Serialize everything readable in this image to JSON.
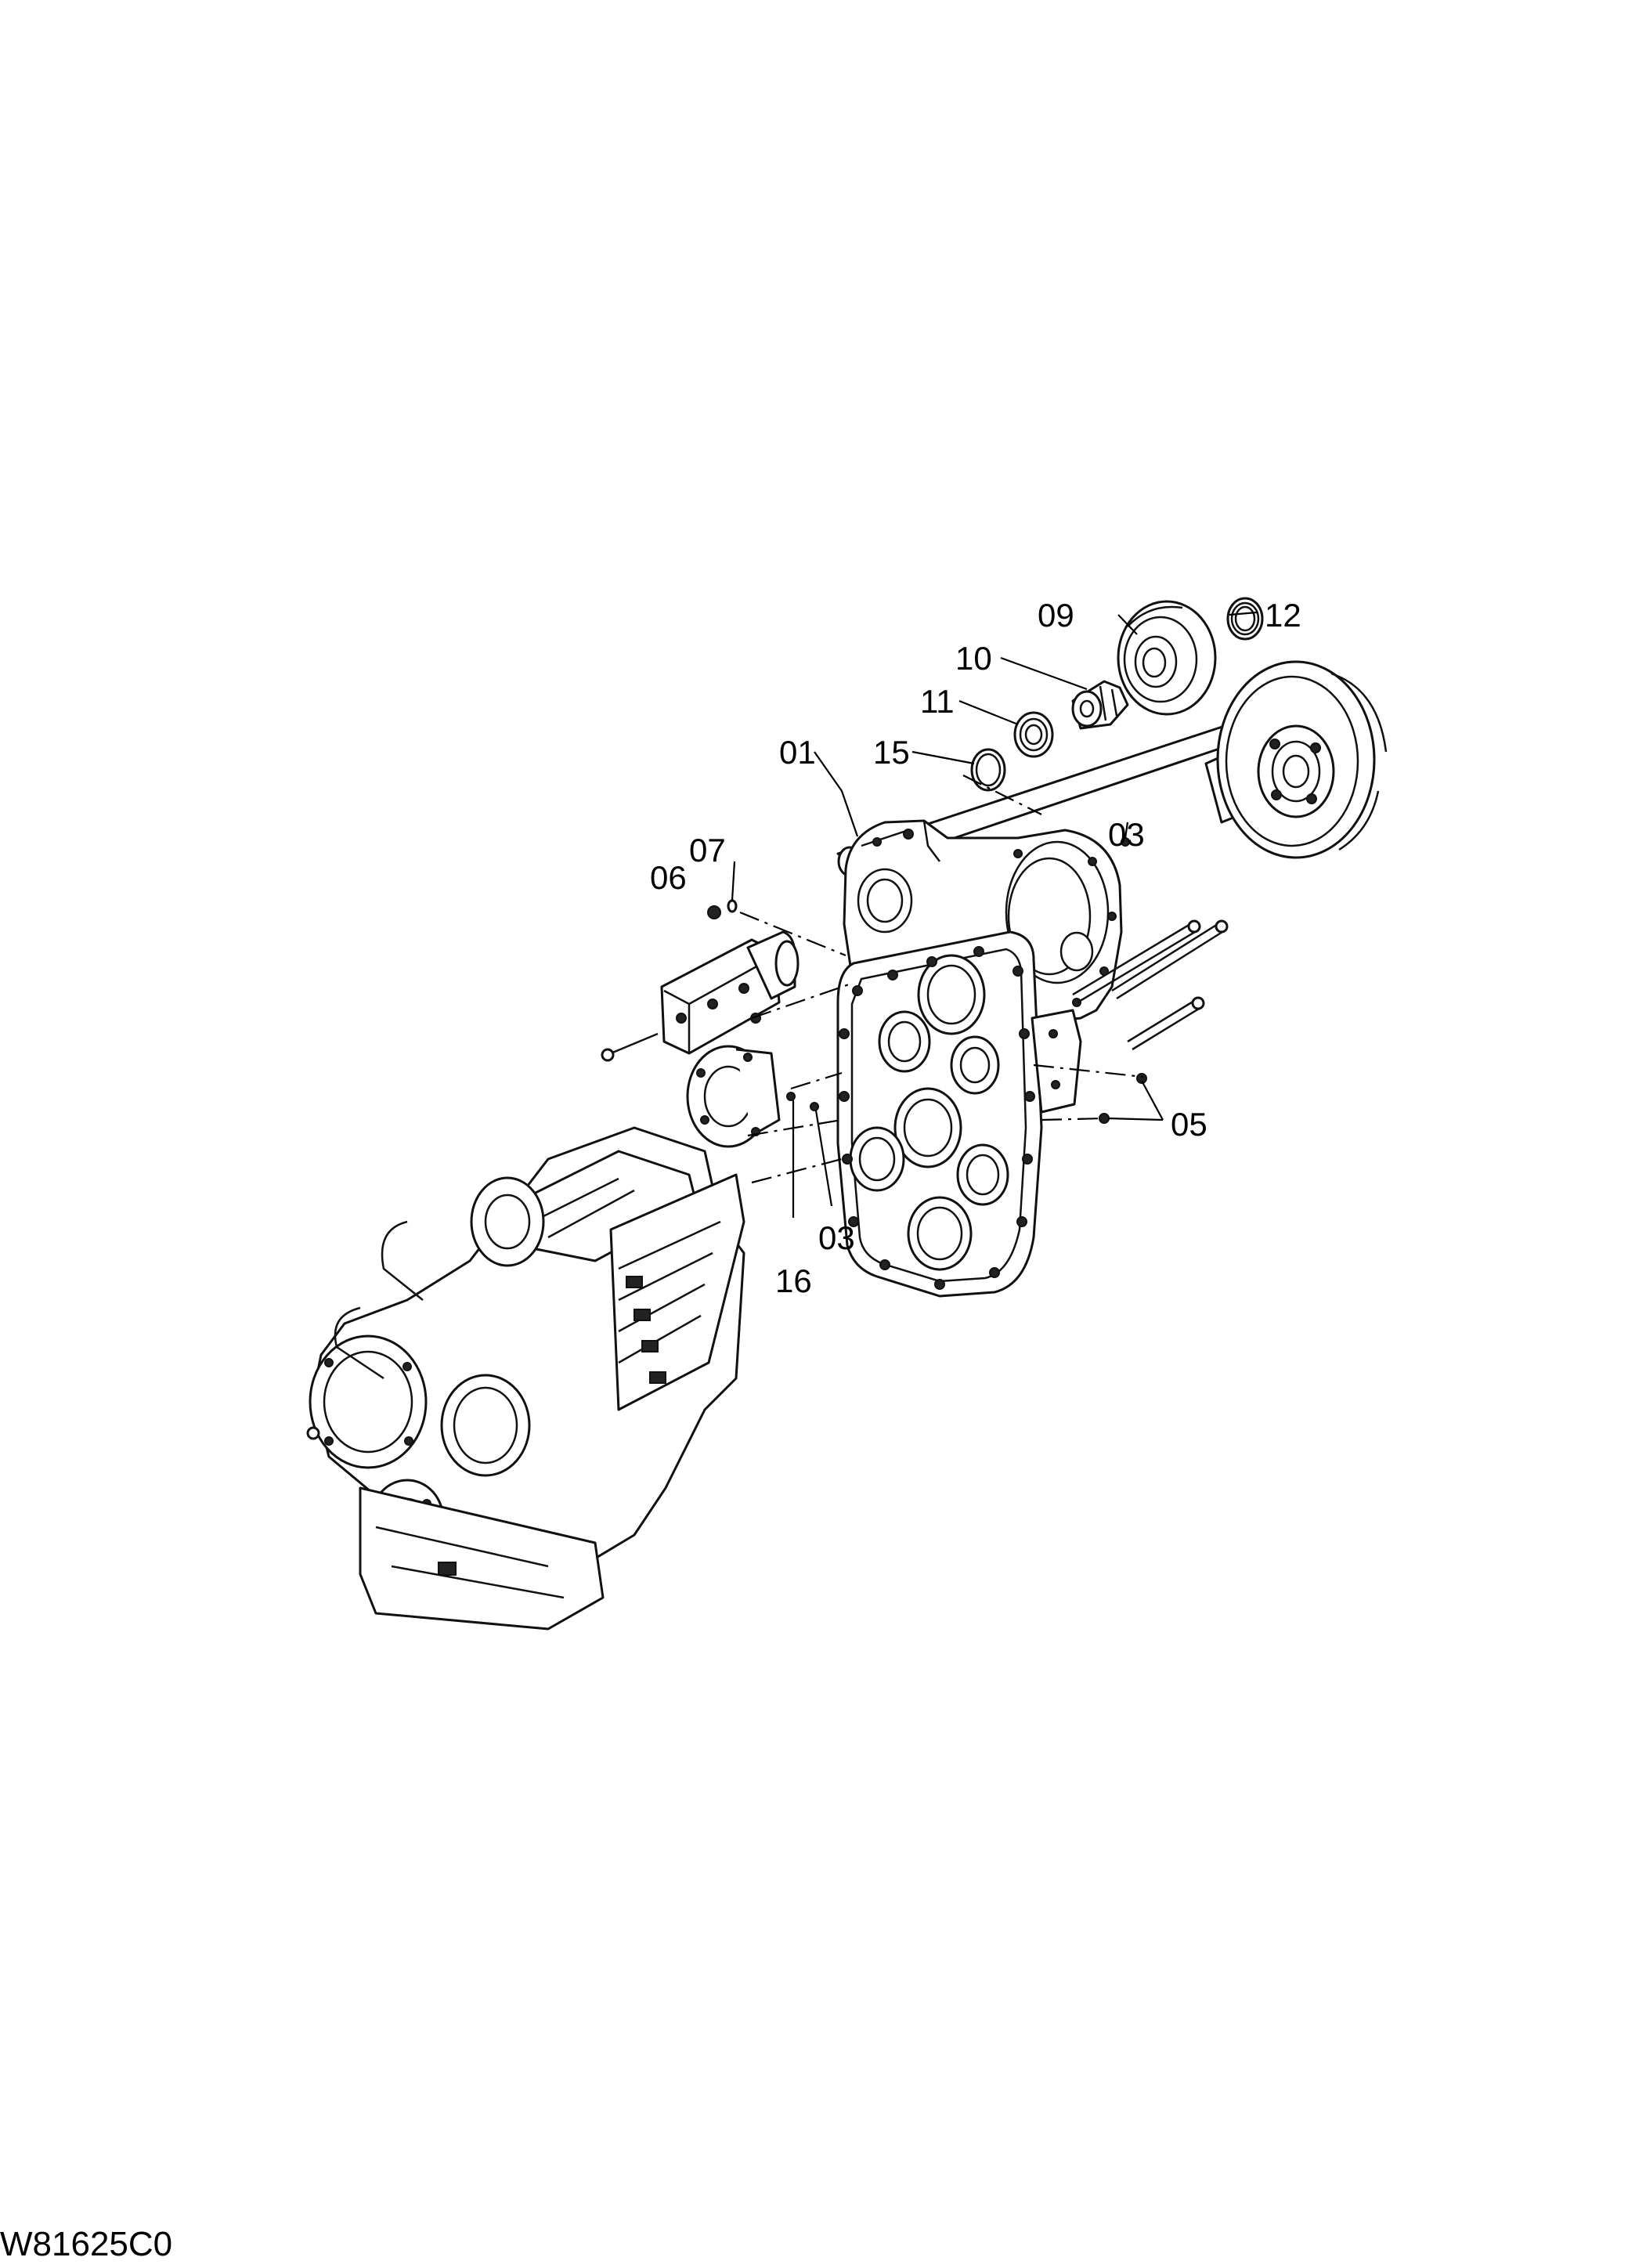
{
  "drawing_code": "W81625C0",
  "callouts": {
    "c01": "01",
    "c03a": "03",
    "c03b": "03",
    "c05": "05",
    "c06": "06",
    "c07": "07",
    "c09": "09",
    "c10": "10",
    "c11": "11",
    "c12": "12",
    "c15": "15",
    "c16": "16"
  }
}
